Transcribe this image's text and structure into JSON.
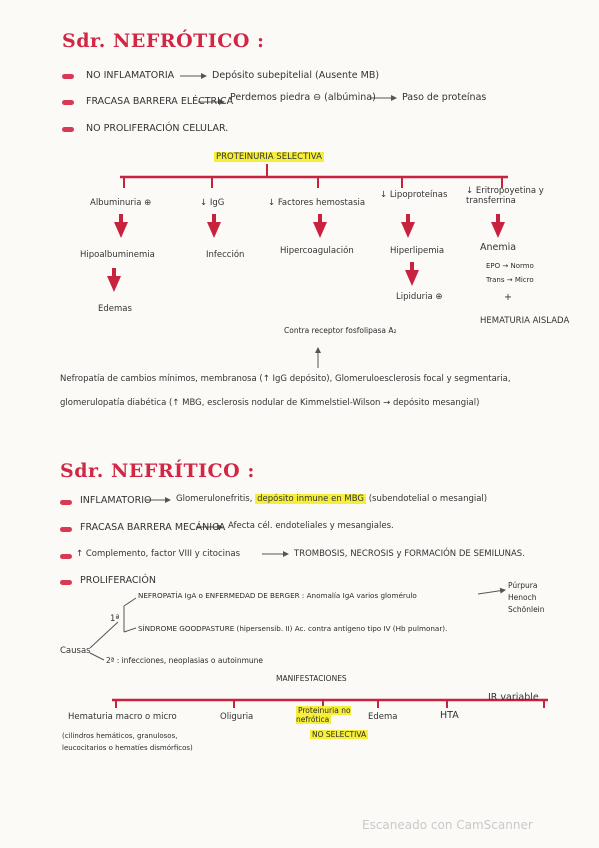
{
  "nephrotic": {
    "title": "Sdr. NEFRÓTICO :",
    "bullets": [
      {
        "a": "NO INFLAMATORIA",
        "b": "Depósito subepitelial (Ausente MB)"
      },
      {
        "a": "FRACASA BARRERA ELÉCTRICA",
        "b": "Perdemos piedra ⊖ (albúmina)",
        "c": "Paso de proteínas"
      },
      {
        "a": "NO PROLIFERACIÓN CELULAR."
      }
    ],
    "tree_root": "PROTEINURIA SELECTIVA",
    "branches": [
      {
        "head": "Albuminuria ⊕",
        "level2": "Hipoalbuminemia",
        "level3": "Edemas"
      },
      {
        "head": "↓ IgG",
        "level2": "Infección"
      },
      {
        "head": "↓ Factores hemostasia",
        "level2": "Hipercoagulación"
      },
      {
        "head": "↓ Lipoproteínas",
        "level2": "Hiperlipemia",
        "level3": "Lipiduria ⊕"
      },
      {
        "head": "↓ Eritropoyetina y transferrina",
        "level2": "Anemia",
        "sub1": "EPO → Normo",
        "sub2": "Trans → Micro",
        "plus": "+",
        "level3": "HEMATURIA AISLADA"
      }
    ],
    "receptor": "Contra receptor fosfolipasa A₂",
    "causes_line1": "Nefropatía de cambios mínimos, membranosa (↑ IgG depósito), Glomeruloesclerosis focal y segmentaria,",
    "causes_line2": "glomerulopatía diabética (↑ MBG, esclerosis nodular de Kimmelstiel-Wilson → depósito mesangial)"
  },
  "nephritic": {
    "title": "Sdr. NEFRÍTICO :",
    "bullets": [
      {
        "a": "INFLAMATORIO",
        "b": "Glomerulonefritis,",
        "hl": "depósito inmune en MBG",
        "c": "(subendotelial o mesangial)"
      },
      {
        "a": "FRACASA BARRERA MECÁNICA",
        "b": "Afecta cél. endoteliales y mesangiales."
      },
      {
        "a": "↑ Complemento, factor VIII y citocinas",
        "b": "TROMBOSIS, NECROSIS y FORMACIÓN DE SEMILUNAS."
      },
      {
        "a": "PROLIFERACIÓN"
      }
    ],
    "causes_label": "Causas",
    "primary_num": "1ª",
    "primary_1": "NEFROPATÍA IgA o ENFERMEDAD DE BERGER : Anomalía IgA varios glomérulo",
    "primary_1_result": [
      "Púrpura",
      "Henoch",
      "Schönlein"
    ],
    "primary_2": "SÍNDROME GOODPASTURE (hipersensib. II) Ac. contra antígeno tipo IV (Hb pulmonar).",
    "secondary": "2ª : infecciones, neoplasias o autoinmune",
    "manifest_title": "MANIFESTACIONES",
    "manifestations": [
      "Hematuria macro o micro",
      "Oliguria",
      "Proteinuria no nefrótica",
      "Edema",
      "HTA",
      "IR variable"
    ],
    "hematuria_note": [
      "(cilindros hemáticos, granulosos,",
      "leucocitarios o hematíes dismórficos)"
    ],
    "no_selective": "NO SELECTIVA"
  },
  "watermark": "Escaneado con CamScanner",
  "colors": {
    "red": "#d12745",
    "arrow": "#c8223f",
    "highlight": "#f5ee3b"
  }
}
